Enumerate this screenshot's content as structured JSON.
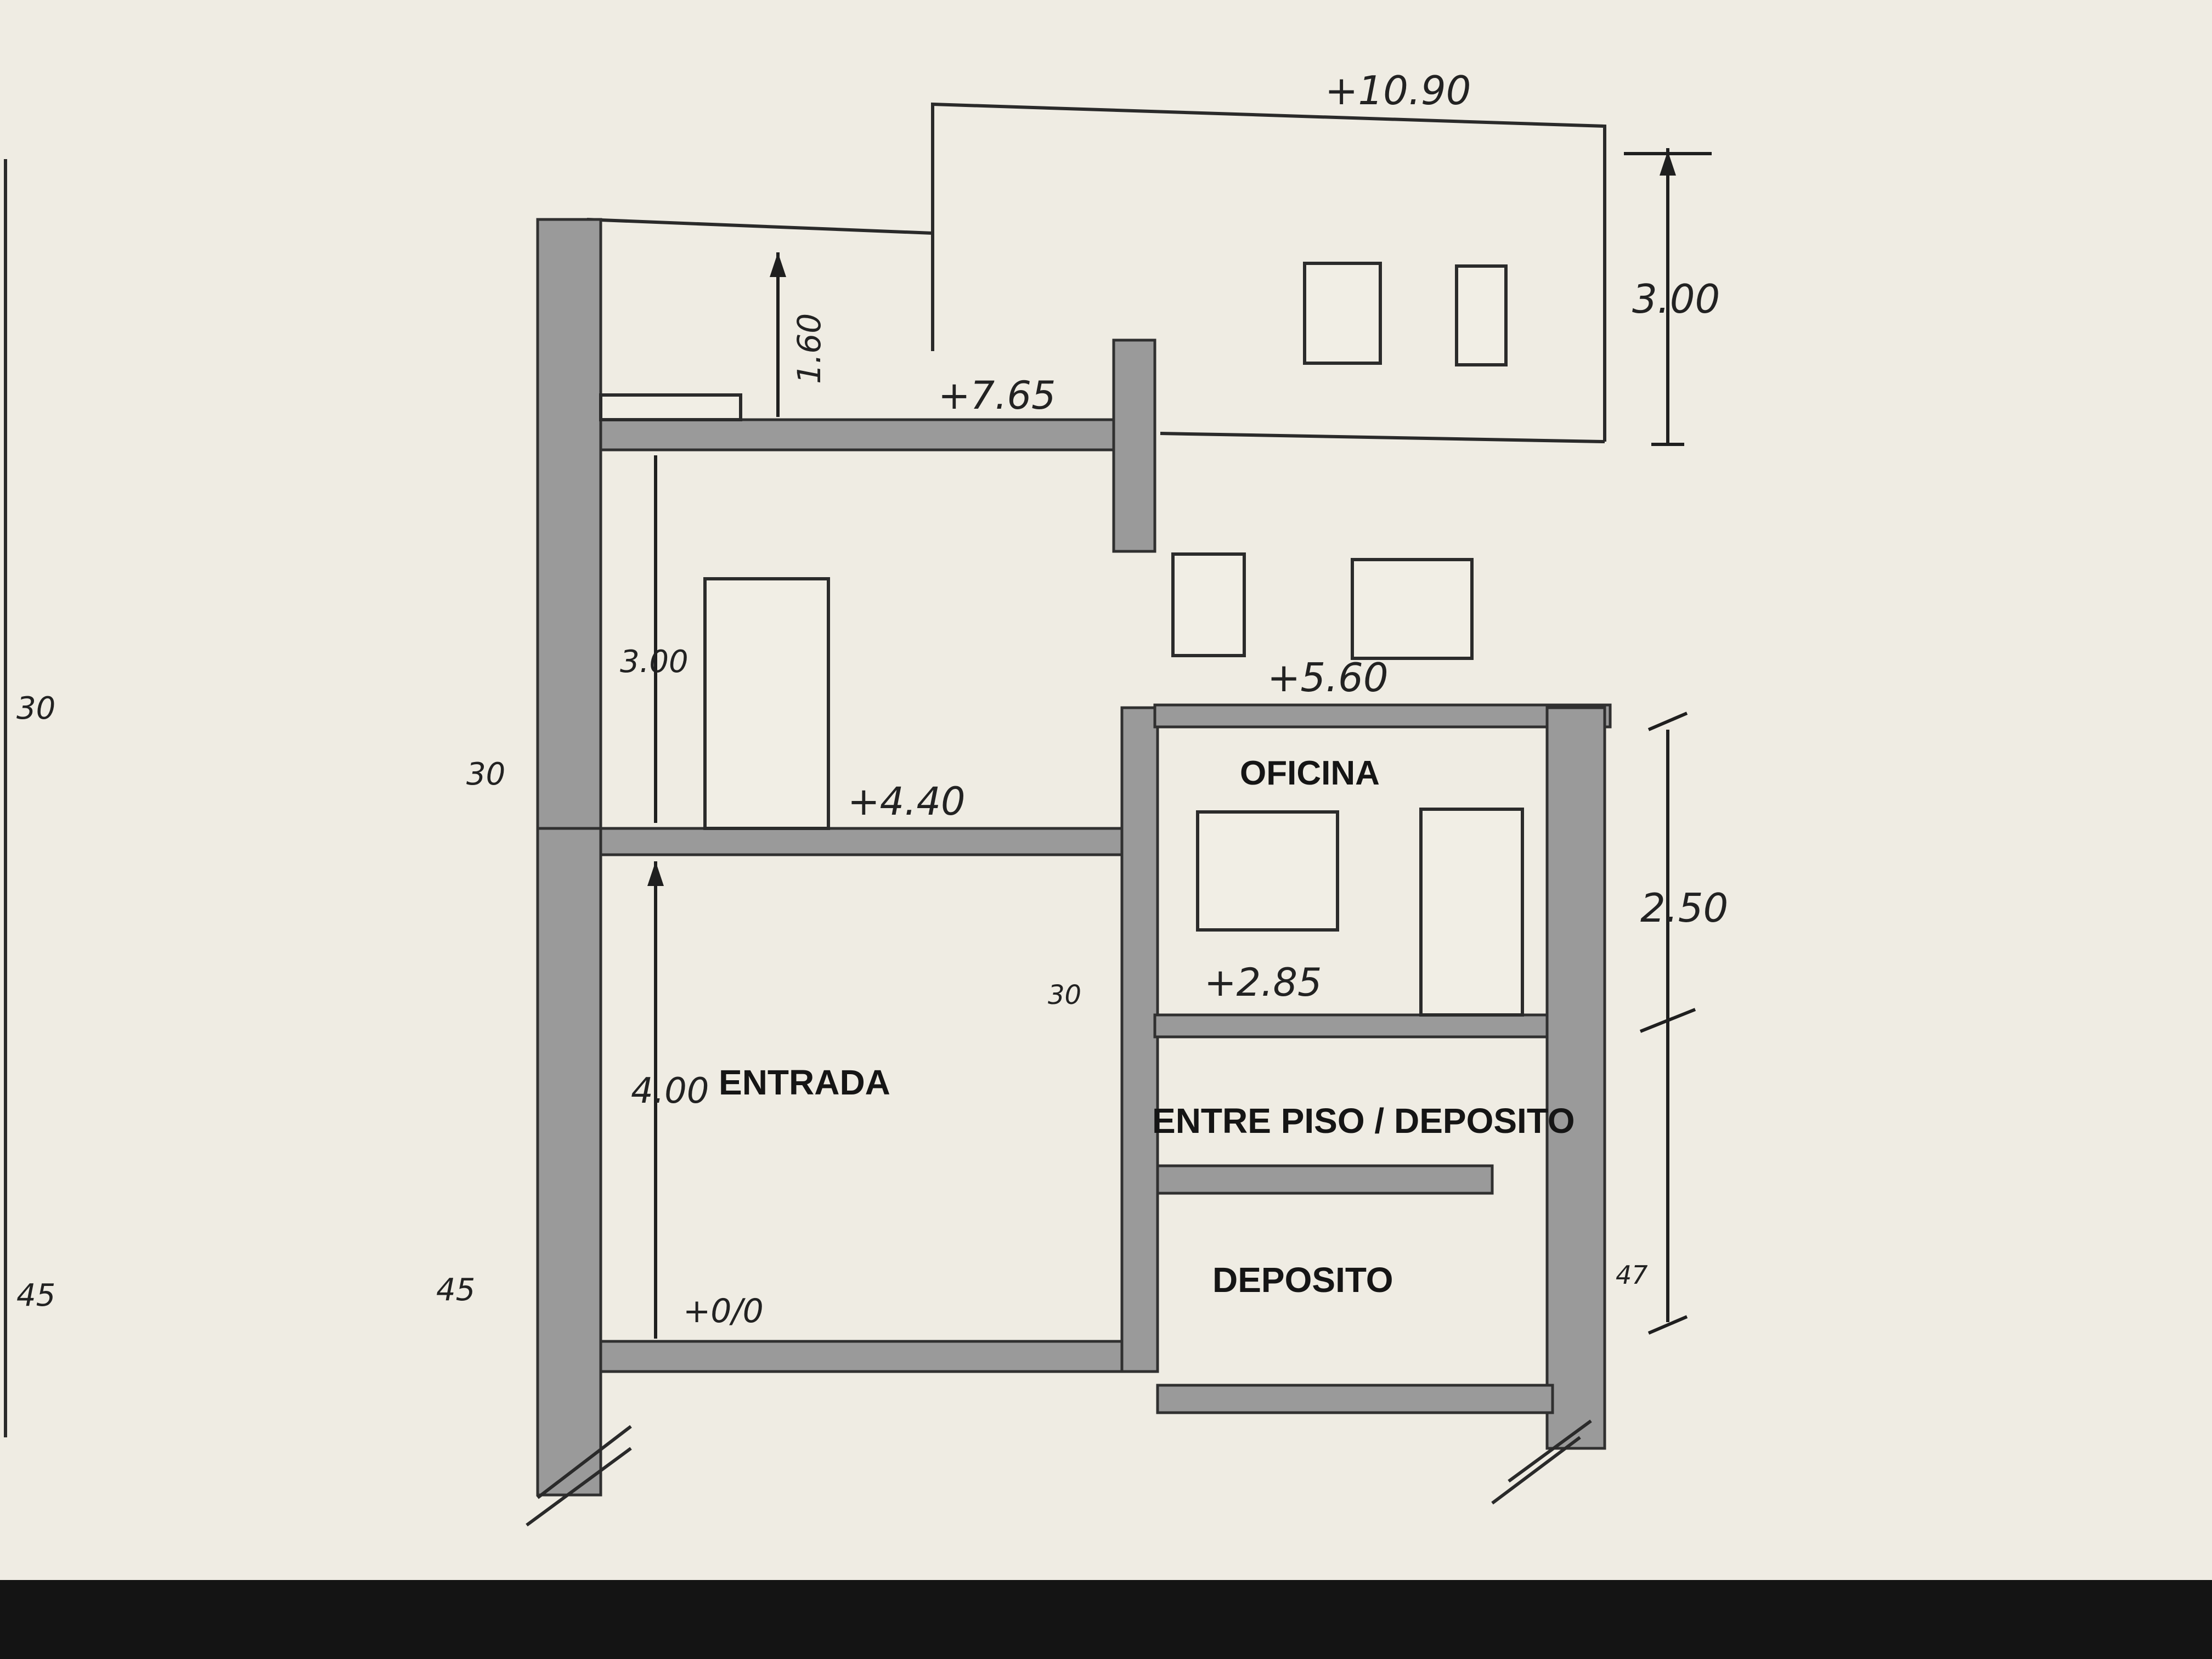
{
  "plan": {
    "rooms": {
      "oficina": "OFICINA",
      "entrada": "ENTRADA",
      "entre_piso": "ENTRE PISO / DEPOSITO",
      "deposito": "DEPOSITO"
    },
    "levels": {
      "top": "+10.90",
      "level_765": "+7.65",
      "level_560": "+5.60",
      "level_440": "+4.40",
      "level_285": "+2.85",
      "ground": "+0/0"
    },
    "dimensions": {
      "right_upper": "3.00",
      "right_lower": "2.50",
      "left_middle": "3.00",
      "left_lower": "4.00",
      "parapet": "1.60",
      "wall_upper": "30",
      "wall_mid": "30",
      "wall_lower_left": "45",
      "wall_lower_right": "47",
      "edge_upper": "30",
      "edge_lower": "45"
    }
  },
  "colors": {
    "paper": "#efece3",
    "wall_fill": "#9a9a9a",
    "ink": "#222222",
    "desk": "#1a1a1a"
  }
}
